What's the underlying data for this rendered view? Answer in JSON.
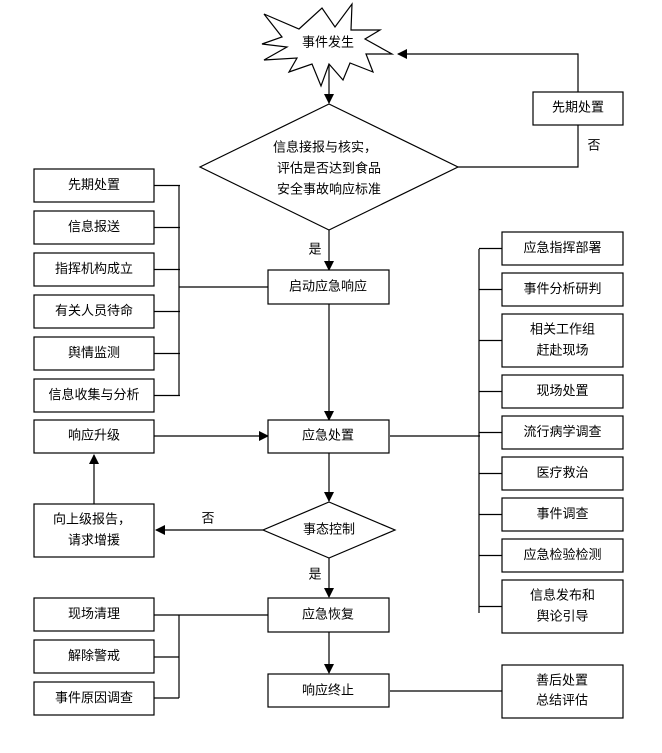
{
  "title": "食品安全事故应急响应流程图",
  "nodes": {
    "start": {
      "label": "事件发生",
      "shape": "burst"
    },
    "early_handling_right": {
      "label": "先期处置"
    },
    "assess": {
      "lines": [
        "信息接报与核实，",
        "评估是否达到食品",
        "安全事故响应标准"
      ],
      "shape": "diamond"
    },
    "launch": {
      "label": "启动应急响应"
    },
    "handle": {
      "label": "应急处置"
    },
    "control": {
      "label": "事态控制",
      "shape": "diamond"
    },
    "recover": {
      "label": "应急恢复"
    },
    "terminate": {
      "label": "响应终止"
    },
    "upgrade": {
      "label": "响应升级"
    },
    "report_up": {
      "lines": [
        "向上级报告，",
        "请求增援"
      ]
    },
    "aftermath": {
      "lines": [
        "善后处置",
        "总结评估"
      ]
    }
  },
  "launch_actions": [
    "先期处置",
    "信息报送",
    "指挥机构成立",
    "有关人员待命",
    "舆情监测",
    "信息收集与分析"
  ],
  "handle_actions": [
    {
      "lines": [
        "应急指挥部署"
      ]
    },
    {
      "lines": [
        "事件分析研判"
      ]
    },
    {
      "lines": [
        "相关工作组",
        "赶赴现场"
      ]
    },
    {
      "lines": [
        "现场处置"
      ]
    },
    {
      "lines": [
        "流行病学调查"
      ]
    },
    {
      "lines": [
        "医疗救治"
      ]
    },
    {
      "lines": [
        "事件调查"
      ]
    },
    {
      "lines": [
        "应急检验检测"
      ]
    },
    {
      "lines": [
        "信息发布和",
        "舆论引导"
      ]
    }
  ],
  "recover_actions": [
    "现场清理",
    "解除警戒",
    "事件原因调查"
  ],
  "edge_labels": {
    "assess_no": "否",
    "assess_yes": "是",
    "control_no": "否",
    "control_yes": "是"
  },
  "colors": {
    "stroke": "#000000",
    "fill": "#ffffff",
    "text": "#000000"
  }
}
